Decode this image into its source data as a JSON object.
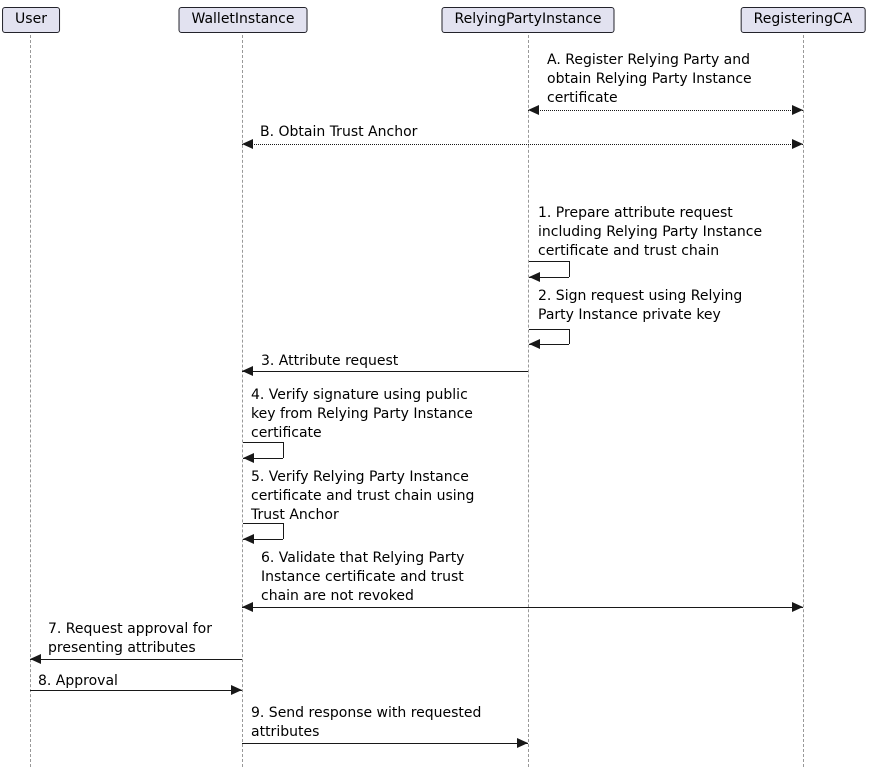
{
  "diagram": {
    "type": "sequence",
    "participants": [
      {
        "label": "User"
      },
      {
        "label": "WalletInstance"
      },
      {
        "label": "RelyingPartyInstance"
      },
      {
        "label": "RegisteringCA"
      }
    ],
    "messages": [
      {
        "id": "A",
        "from": "RelyingPartyInstance",
        "to": "RegisteringCA",
        "line": "dotted",
        "heads": "both",
        "label": "A. Register Relying Party and\nobtain Relying Party Instance\ncertificate"
      },
      {
        "id": "B",
        "from": "WalletInstance",
        "to": "RegisteringCA",
        "line": "dotted",
        "heads": "both",
        "label": "B. Obtain Trust Anchor"
      },
      {
        "id": "1",
        "from": "RelyingPartyInstance",
        "to": "RelyingPartyInstance",
        "line": "solid",
        "heads": "self",
        "label": "1. Prepare attribute request\nincluding Relying Party Instance\ncertificate and trust chain"
      },
      {
        "id": "2",
        "from": "RelyingPartyInstance",
        "to": "RelyingPartyInstance",
        "line": "solid",
        "heads": "self",
        "label": "2. Sign request using Relying\nParty Instance private key"
      },
      {
        "id": "3",
        "from": "RelyingPartyInstance",
        "to": "WalletInstance",
        "line": "solid",
        "heads": "end",
        "label": "3. Attribute request"
      },
      {
        "id": "4",
        "from": "WalletInstance",
        "to": "WalletInstance",
        "line": "solid",
        "heads": "self",
        "label": "4. Verify signature using public\nkey from Relying Party Instance\ncertificate"
      },
      {
        "id": "5",
        "from": "WalletInstance",
        "to": "WalletInstance",
        "line": "solid",
        "heads": "self",
        "label": "5. Verify Relying Party Instance\ncertificate and trust chain using\nTrust Anchor"
      },
      {
        "id": "6",
        "from": "WalletInstance",
        "to": "RegisteringCA",
        "line": "solid",
        "heads": "both",
        "label": "6. Validate that Relying Party\nInstance certificate and trust\nchain are not revoked"
      },
      {
        "id": "7",
        "from": "WalletInstance",
        "to": "User",
        "line": "solid",
        "heads": "end",
        "label": "7. Request approval for\npresenting attributes"
      },
      {
        "id": "8",
        "from": "User",
        "to": "WalletInstance",
        "line": "solid",
        "heads": "end",
        "label": "8. Approval"
      },
      {
        "id": "9",
        "from": "WalletInstance",
        "to": "RelyingPartyInstance",
        "line": "solid",
        "heads": "end",
        "label": "9. Send response with requested\nattributes"
      }
    ],
    "colors": {
      "participant_fill": "#E2E2F0",
      "participant_border": "#23232B",
      "lifeline": "#999999",
      "arrow": "#181818",
      "text": "#000000",
      "background": "#FFFFFF"
    }
  }
}
